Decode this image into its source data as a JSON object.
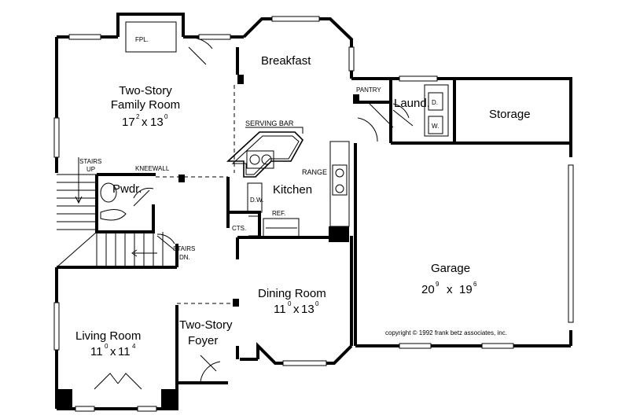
{
  "rooms": {
    "family_name": "Two-Story",
    "family_name2": "Family Room",
    "family_w": "17",
    "family_w_sup": "2",
    "family_x": "x",
    "family_l": "13",
    "family_l_sup": "0",
    "breakfast": "Breakfast",
    "kitchen": "Kitchen",
    "dining": "Dining Room",
    "dining_w": "11",
    "dining_w_sup": "0",
    "dining_x": "x",
    "dining_l": "13",
    "dining_l_sup": "0",
    "living": "Living Room",
    "living_w": "11",
    "living_w_sup": "0",
    "living_x": "x",
    "living_l": "11",
    "living_l_sup": "4",
    "foyer1": "Two-Story",
    "foyer2": "Foyer",
    "garage": "Garage",
    "garage_w": "20",
    "garage_w_sup": "9",
    "garage_x": "x",
    "garage_l": "19",
    "garage_l_sup": "6",
    "storage": "Storage",
    "laund": "Laund.",
    "pantry": "PANTRY",
    "pwdr": "Pwdr."
  },
  "labels": {
    "fpl": "FPL.",
    "serving_bar": "SERVING BAR",
    "range": "RANGE",
    "dw": "D.W.",
    "ref": "REF.",
    "cts": "CTS.",
    "kneewall": "KNEEWALL",
    "stairs_up_1": "STAIRS",
    "stairs_up_2": "UP",
    "stairs_dn_1": "STAIRS",
    "stairs_dn_2": "DN.",
    "dryer": "D.",
    "washer": "W."
  },
  "copyright": "copyright © 1992 frank betz associates, inc."
}
